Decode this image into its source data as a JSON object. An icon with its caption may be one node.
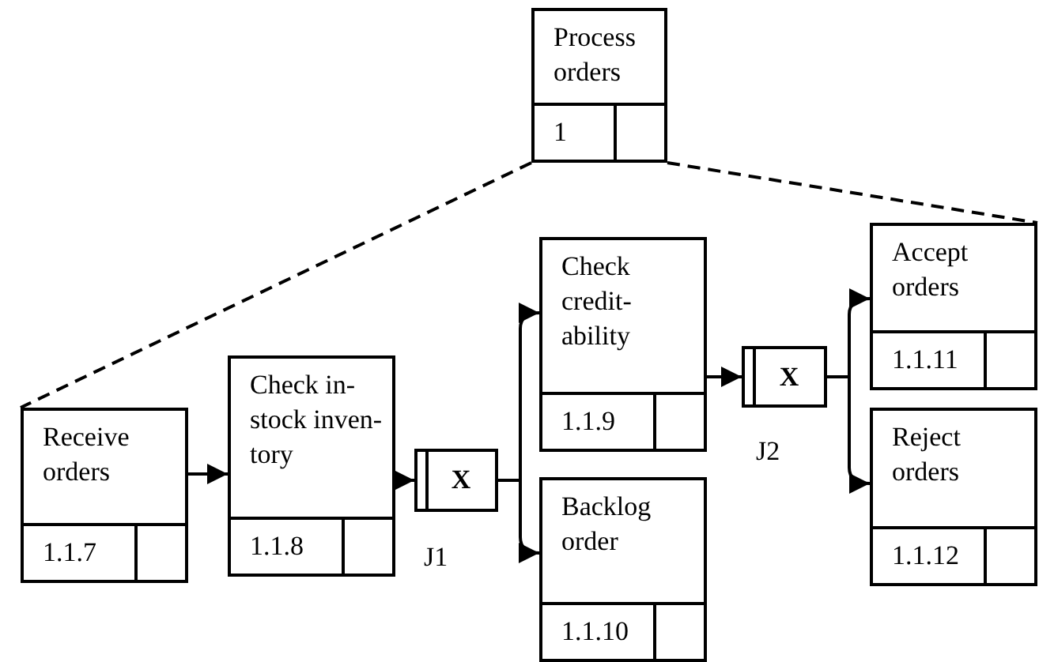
{
  "diagram": {
    "nodes": [
      {
        "text": [
          "Process orders",
          "1"
        ]
      },
      {
        "text": [
          "Receive orders",
          "1.1.7"
        ]
      },
      {
        "text": [
          "Check in-stock inven- tory",
          "1.1.8"
        ]
      },
      {
        "text": [
          "X"
        ],
        "beside": [
          "J1"
        ]
      },
      {
        "text": [
          "Check credit- ability",
          "1.1.9"
        ]
      },
      {
        "text": [
          "Backlog order",
          "1.1.10"
        ]
      },
      {
        "text": [
          "X"
        ],
        "beside": [
          "J2"
        ]
      },
      {
        "text": [
          "Accept orders",
          "1.1.11"
        ]
      },
      {
        "text": [
          "Reject orders",
          "1.1.12"
        ]
      }
    ],
    "edges": [
      {
        "from": 0,
        "to": 1,
        "arrow": "none",
        "style": "dashed"
      },
      {
        "from": 0,
        "to": 7,
        "arrow": "none",
        "style": "dashed"
      },
      {
        "from": 1,
        "to": 2,
        "arrow": "to"
      },
      {
        "from": 2,
        "to": 3,
        "arrow": "to"
      },
      {
        "from": 3,
        "to": 4,
        "arrow": "to"
      },
      {
        "from": 3,
        "to": 5,
        "arrow": "to"
      },
      {
        "from": 4,
        "to": 6,
        "arrow": "to"
      },
      {
        "from": 6,
        "to": 7,
        "arrow": "to"
      },
      {
        "from": 6,
        "to": 8,
        "arrow": "to"
      }
    ]
  }
}
